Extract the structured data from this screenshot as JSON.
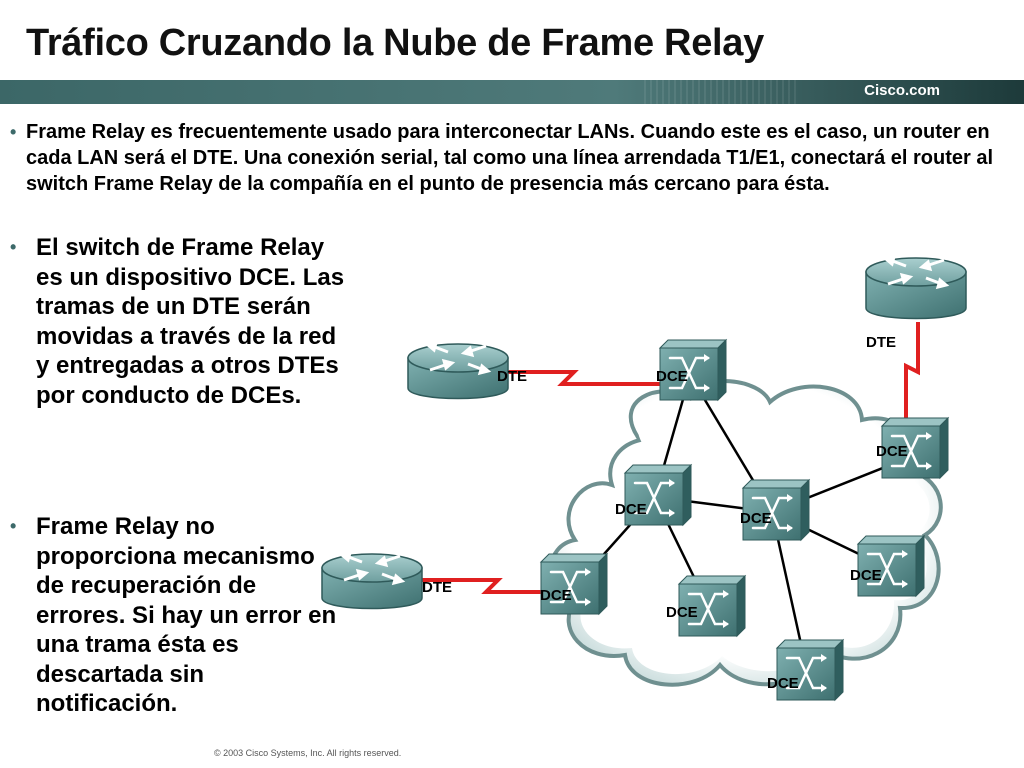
{
  "title": "Tráfico Cruzando la Nube de Frame Relay",
  "brand": "Cisco.com",
  "bullets": [
    "Frame Relay es frecuentemente usado para interconectar LANs. Cuando este es el caso, un router en cada LAN será el DTE. Una conexión serial, tal como una línea arrendada T1/E1, conectará el router al switch Frame Relay de la compañía en el punto de presencia más cercano para ésta.",
    "El switch de Frame Relay es un dispositivo DCE. Las tramas de un DTE serán movidas a través de la red y entregadas a otros DTEs por conducto de DCEs.",
    "Frame Relay no proporciona mecanismo de recuperación de errores. Si hay un error en una trama ésta es descartada sin notificación."
  ],
  "bullet_symbol": "•",
  "labels": {
    "dte": "DTE",
    "dce": "DCE"
  },
  "colors": {
    "header_bar": "#3f6b6b",
    "device_teal": "#4f8585",
    "serial_link": "#e02020",
    "cloud_fill": "#ffffff",
    "cloud_edge": "#6f9090"
  },
  "copyright": "© 2003 Cisco Systems, Inc. All rights reserved."
}
